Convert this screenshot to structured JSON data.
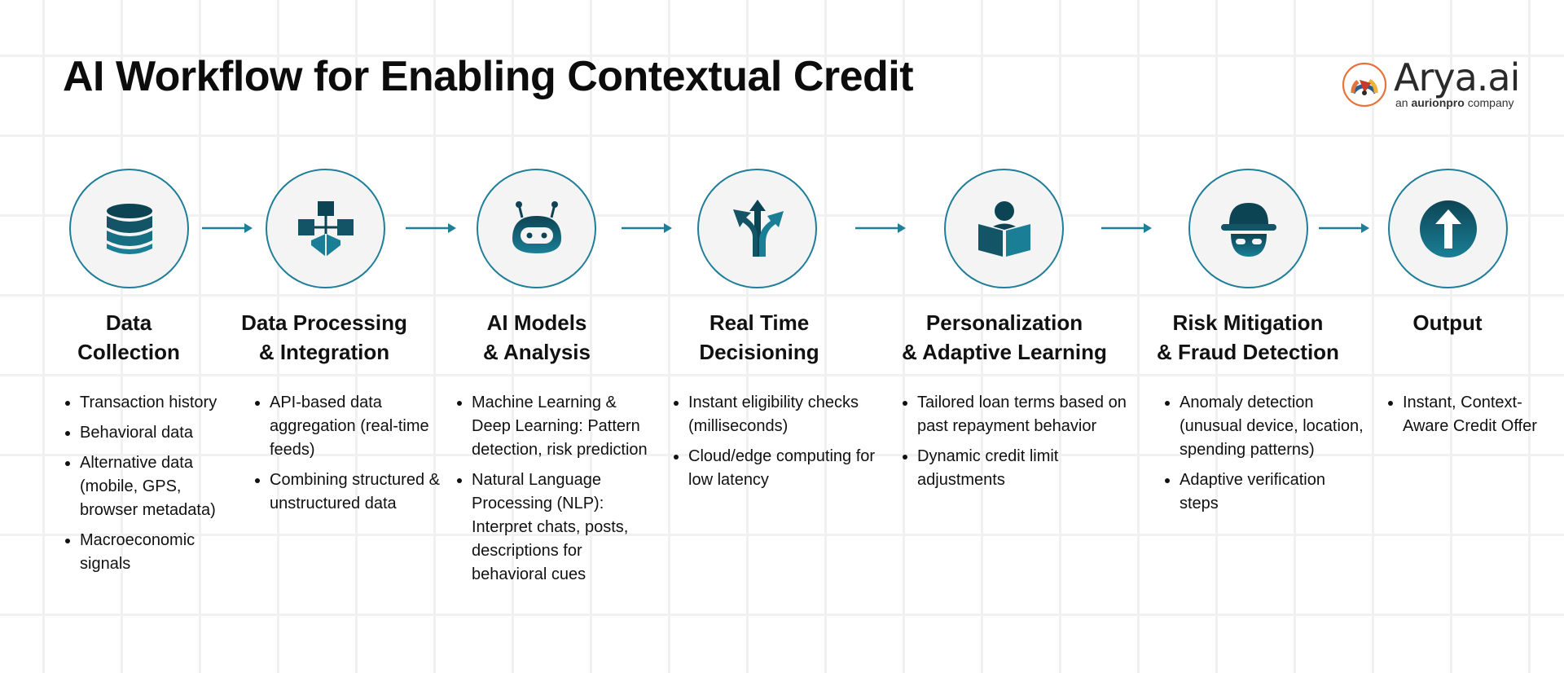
{
  "title": "AI Workflow for Enabling Contextual Credit",
  "logo": {
    "name": "Arya.ai",
    "tag_prefix": "an",
    "tag_brand": "aurionpro",
    "tag_suffix": "company"
  },
  "colors": {
    "accent": "#1f7e98",
    "icon_dark": "#0d4454",
    "icon_light": "#1a7f96",
    "circle_fill": "#f4f4f4"
  },
  "steps": [
    {
      "icon": "database-icon",
      "title": "Data\nCollection",
      "bullets": [
        "Transaction history",
        "Behavioral data",
        "Alternative data (mobile, GPS, browser metadata)",
        "Macroeconomic signals"
      ]
    },
    {
      "icon": "data-integration-icon",
      "title": "Data Processing\n& Integration",
      "bullets": [
        "API-based data aggregation (real-time feeds)",
        "Combining structured & unstructured data"
      ]
    },
    {
      "icon": "robot-icon",
      "title": "AI Models\n& Analysis",
      "bullets": [
        "Machine Learning & Deep Learning: Pattern detection, risk prediction",
        "Natural Language Processing (NLP): Interpret chats, posts, descriptions for behavioral cues"
      ]
    },
    {
      "icon": "split-arrows-icon",
      "title": "Real Time\nDecisioning",
      "bullets": [
        "Instant eligibility checks (milliseconds)",
        "Cloud/edge computing for low latency"
      ]
    },
    {
      "icon": "person-reading-icon",
      "title": "Personalization\n& Adaptive Learning",
      "bullets": [
        "Tailored loan terms based on past repayment behavior",
        "Dynamic credit limit adjustments"
      ]
    },
    {
      "icon": "incognito-icon",
      "title": "Risk Mitigation\n& Fraud Detection",
      "bullets": [
        "Anomaly detection (unusual device, location, spending patterns)",
        "Adaptive verification steps"
      ]
    },
    {
      "icon": "upload-arrow-icon",
      "title": "Output",
      "bullets": [
        "Instant, Context-Aware Credit Offer"
      ]
    }
  ]
}
